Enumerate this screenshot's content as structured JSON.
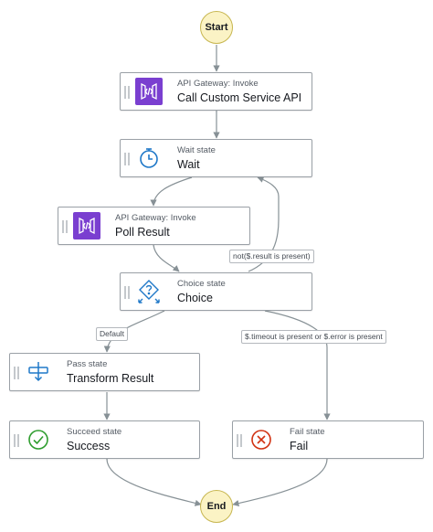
{
  "start": {
    "label": "Start"
  },
  "end": {
    "label": "End"
  },
  "states": [
    {
      "kind": "API Gateway: Invoke",
      "title": "Call Custom Service API",
      "icon": "api-gateway-icon"
    },
    {
      "kind": "Wait state",
      "title": "Wait",
      "icon": "stopwatch-icon"
    },
    {
      "kind": "API Gateway: Invoke",
      "title": "Poll Result",
      "icon": "api-gateway-icon"
    },
    {
      "kind": "Choice state",
      "title": "Choice",
      "icon": "choice-icon"
    },
    {
      "kind": "Pass state",
      "title": "Transform Result",
      "icon": "pass-icon"
    },
    {
      "kind": "Succeed state",
      "title": "Success",
      "icon": "succeed-check-icon"
    },
    {
      "kind": "Fail state",
      "title": "Fail",
      "icon": "fail-x-icon"
    }
  ],
  "edge_labels": {
    "loop": "not($.result is present)",
    "default": "Default",
    "fail_condition": "$.timeout is present or $.error is present"
  },
  "colors": {
    "terminal_fill": "#fbf3c5",
    "api_icon": "#7a3fd0",
    "accent_blue": "#1f78c8",
    "success_green": "#2e9d2e",
    "fail_red": "#d13212",
    "edge": "#879196"
  }
}
